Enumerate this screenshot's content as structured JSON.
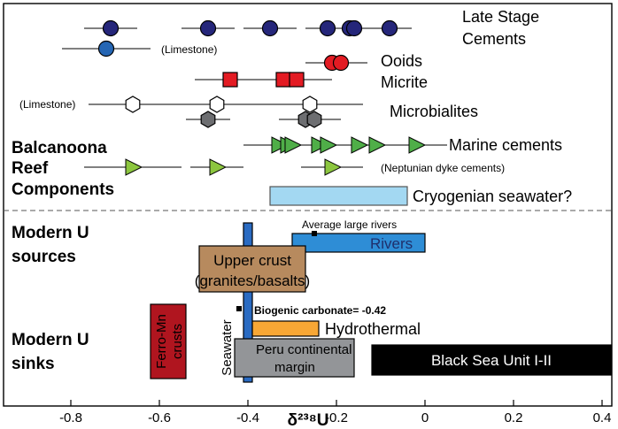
{
  "chart_data": {
    "type": "scatter",
    "xlabel": "δ²³⁸U",
    "xlim": [
      -0.95,
      0.43
    ],
    "x_ticks": [
      -0.8,
      -0.6,
      -0.4,
      -0.2,
      0,
      0.2,
      0.4
    ],
    "x_tick_labels": [
      "-0.8",
      "-0.6",
      "-0.4",
      "-0.2",
      "0",
      "0.2",
      "0.4"
    ],
    "group_labels": {
      "reef": [
        "Balcanoona",
        "Reef",
        "Components"
      ],
      "sources": [
        "Modern U",
        "sources"
      ],
      "sinks": [
        "Modern U",
        "sinks"
      ]
    },
    "reef_components": [
      {
        "label": "Late Stage",
        "label2": "Cements",
        "color": "#25267a",
        "marker": "circle",
        "points": [
          {
            "x": -0.71,
            "err": 0.06
          },
          {
            "x": -0.49,
            "err": 0.06
          },
          {
            "x": -0.35,
            "err": 0.06
          },
          {
            "x": -0.22,
            "err": 0.05
          },
          {
            "x": -0.17,
            "err": 0.05
          },
          {
            "x": -0.16,
            "err": 0.05
          },
          {
            "x": -0.08,
            "err": 0.05
          }
        ]
      },
      {
        "label": "(Limestone)",
        "color": "#2566b4",
        "marker": "circle",
        "points": [
          {
            "x": -0.72,
            "err": 0.1
          }
        ]
      },
      {
        "label": "Ooids",
        "color": "#e31b23",
        "marker": "circle",
        "points": [
          {
            "x": -0.21,
            "err": 0.06
          },
          {
            "x": -0.19,
            "err": 0.06
          }
        ]
      },
      {
        "label": "Micrite",
        "color": "#e31b23",
        "marker": "square",
        "points": [
          {
            "x": -0.44,
            "err": 0.08
          },
          {
            "x": -0.32,
            "err": 0.08
          },
          {
            "x": -0.29,
            "err": 0.08
          }
        ]
      },
      {
        "label": "(Limestone)",
        "color": "#ffffff",
        "marker": "hexagon",
        "points": [
          {
            "x": -0.66,
            "err": 0.1
          },
          {
            "x": -0.47,
            "err": 0.1
          },
          {
            "x": -0.26,
            "err": 0.12
          }
        ]
      },
      {
        "label": "Microbialites",
        "color": "#6d6e71",
        "marker": "hexagon",
        "points": [
          {
            "x": -0.49,
            "err": 0.05
          },
          {
            "x": -0.27,
            "err": 0.06
          },
          {
            "x": -0.25,
            "err": 0.06
          }
        ]
      },
      {
        "label": "Marine cements",
        "color": "#4fae48",
        "marker": "triangle",
        "points": [
          {
            "x": -0.33,
            "err": 0.08
          },
          {
            "x": -0.31,
            "err": 0.08
          },
          {
            "x": -0.3,
            "err": 0.08
          },
          {
            "x": -0.24,
            "err": 0.07
          },
          {
            "x": -0.22,
            "err": 0.07
          },
          {
            "x": -0.15,
            "err": 0.06
          },
          {
            "x": -0.11,
            "err": 0.06
          },
          {
            "x": -0.02,
            "err": 0.07
          }
        ]
      },
      {
        "label": "(Neptunian dyke cements)",
        "color": "#8cc63f",
        "marker": "triangle",
        "points": [
          {
            "x": -0.66,
            "err": 0.11
          },
          {
            "x": -0.47,
            "err": 0.06
          },
          {
            "x": -0.21,
            "err": 0.07
          }
        ]
      }
    ],
    "cryogenian": {
      "label": "Cryogenian seawater?",
      "x0": -0.35,
      "x1": -0.04,
      "color": "#a3d8f2"
    },
    "sources": [
      {
        "label": "Rivers",
        "x0": -0.3,
        "x1": 0.0,
        "color": "#2e8dd6"
      },
      {
        "label": "Upper crust",
        "label2": "(granites/basalts)",
        "x0": -0.51,
        "x1": -0.27,
        "color": "#b78a5e"
      }
    ],
    "average_rivers": {
      "label": "Average large rivers",
      "x": -0.25
    },
    "seawater": {
      "label": "Seawater",
      "x0": -0.41,
      "x1": -0.39,
      "color": "#2a6bc2"
    },
    "sinks": [
      {
        "label": "Hydrothermal",
        "x0": -0.39,
        "x1": -0.24,
        "color": "#f7a735"
      },
      {
        "label": "Peru continental",
        "label2": "margin",
        "x0": -0.43,
        "x1": -0.16,
        "color": "#939598"
      },
      {
        "label": "Black Sea Unit I-II",
        "x0": -0.12,
        "x1": 0.42,
        "color": "#000000"
      },
      {
        "label": "Ferro-Mn",
        "label2": "crusts",
        "x0": -0.62,
        "x1": -0.54,
        "color": "#b0151f"
      }
    ],
    "biogenic": {
      "label": "Biogenic carbonate= -0.42",
      "x": -0.42
    },
    "grid": false,
    "legend": "none"
  }
}
